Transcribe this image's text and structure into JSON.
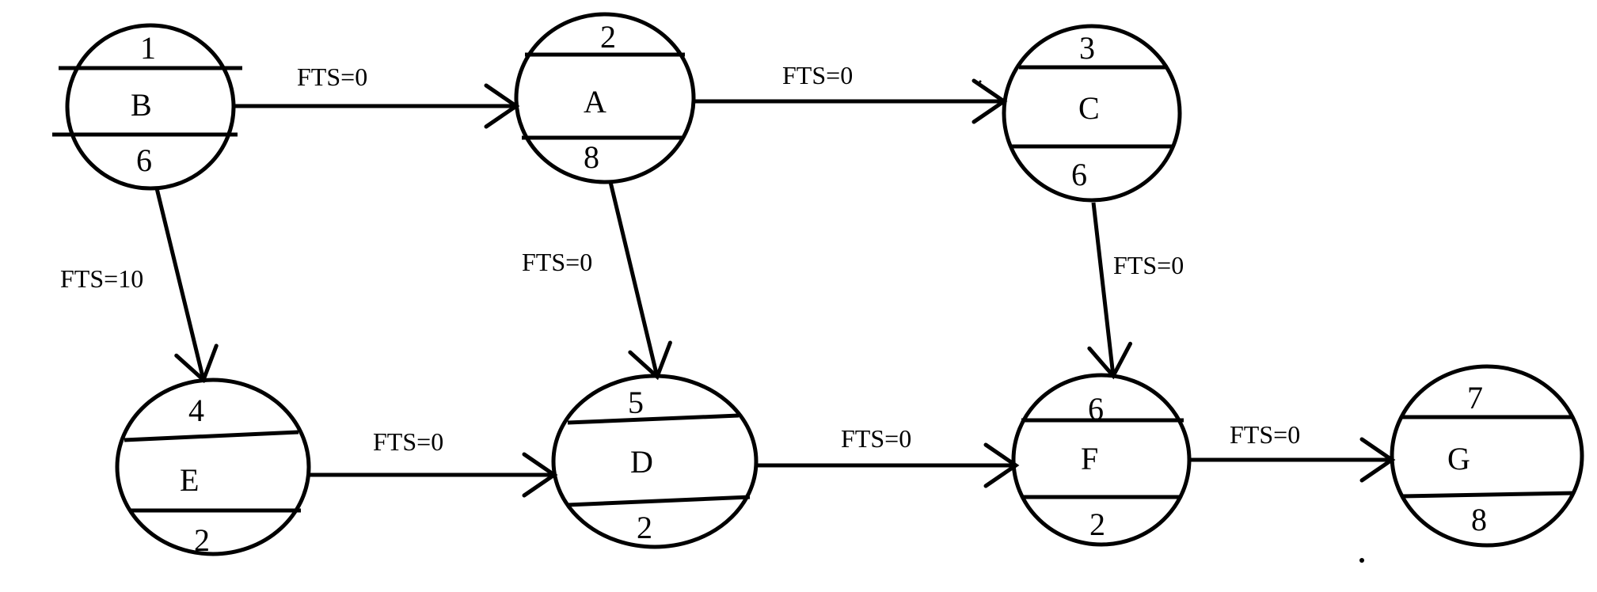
{
  "diagram": {
    "type": "precedence network (activity-on-node)",
    "nodes": [
      {
        "id": "B",
        "sequence": "1",
        "name": "B",
        "duration": "6"
      },
      {
        "id": "A",
        "sequence": "2",
        "name": "A",
        "duration": "8"
      },
      {
        "id": "C",
        "sequence": "3",
        "name": "C",
        "duration": "6"
      },
      {
        "id": "E",
        "sequence": "4",
        "name": "E",
        "duration": "2"
      },
      {
        "id": "D",
        "sequence": "5",
        "name": "D",
        "duration": "2"
      },
      {
        "id": "F",
        "sequence": "6",
        "name": "F",
        "duration": "2"
      },
      {
        "id": "G",
        "sequence": "7",
        "name": "G",
        "duration": "8"
      }
    ],
    "edges": [
      {
        "from": "B",
        "to": "A",
        "label": "FTS=0"
      },
      {
        "from": "A",
        "to": "C",
        "label": "FTS=0"
      },
      {
        "from": "B",
        "to": "E",
        "label": "FTS=10"
      },
      {
        "from": "A",
        "to": "D",
        "label": "FTS=0"
      },
      {
        "from": "C",
        "to": "F",
        "label": "FTS=0"
      },
      {
        "from": "E",
        "to": "D",
        "label": "FTS=0"
      },
      {
        "from": "D",
        "to": "F",
        "label": "FTS=0"
      },
      {
        "from": "F",
        "to": "G",
        "label": "FTS=0"
      }
    ]
  }
}
